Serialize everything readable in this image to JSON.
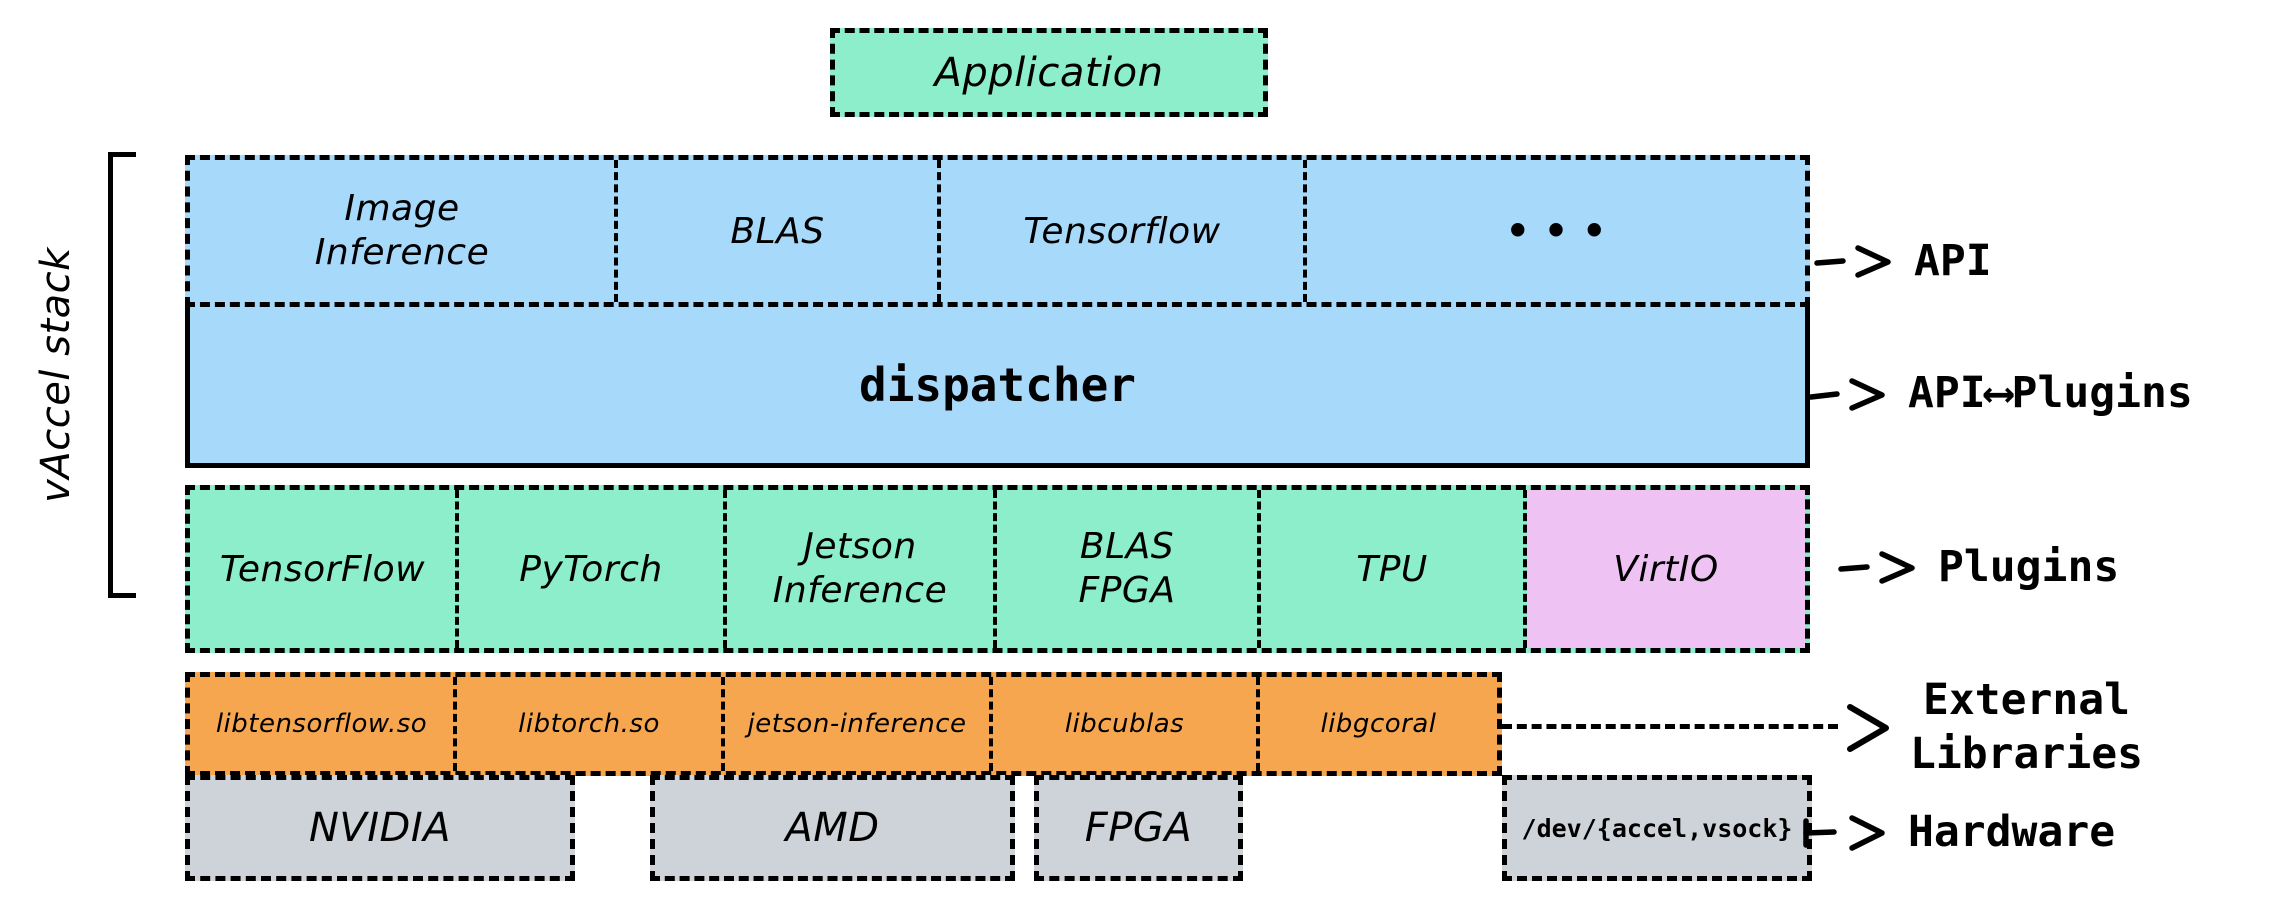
{
  "diagram": {
    "bracket_label": "vAccel stack",
    "application": {
      "label": "Application"
    },
    "api_row": {
      "cells": [
        {
          "label": "Image\nInference"
        },
        {
          "label": "BLAS"
        },
        {
          "label": "Tensorflow"
        },
        {
          "label": "•••"
        }
      ]
    },
    "dispatcher": {
      "label": "dispatcher"
    },
    "plugins_row": {
      "cells": [
        {
          "label": "TensorFlow"
        },
        {
          "label": "PyTorch"
        },
        {
          "label": "Jetson\nInference"
        },
        {
          "label": "BLAS\nFPGA"
        },
        {
          "label": "TPU"
        },
        {
          "label": "VirtIO"
        }
      ]
    },
    "external_libs_row": {
      "cells": [
        {
          "label": "libtensorflow.so"
        },
        {
          "label": "libtorch.so"
        },
        {
          "label": "jetson-inference"
        },
        {
          "label": "libcublas"
        },
        {
          "label": "libgcoral"
        }
      ]
    },
    "hardware_row": {
      "cells": [
        {
          "label": "NVIDIA"
        },
        {
          "label": "AMD"
        },
        {
          "label": "FPGA"
        },
        {
          "label": "/dev/{accel,vsock}"
        }
      ]
    },
    "annotations": {
      "api": "API",
      "api_plugins": "API⟷Plugins",
      "plugins": "Plugins",
      "external_libraries": "External\nLibraries",
      "hardware": "Hardware"
    }
  },
  "colors": {
    "mint": "#8deecb",
    "blue": "#a7d9fb",
    "violet": "#eec3f4",
    "orange": "#f7a650",
    "gray": "#ced3d9",
    "ink": "#000000"
  }
}
